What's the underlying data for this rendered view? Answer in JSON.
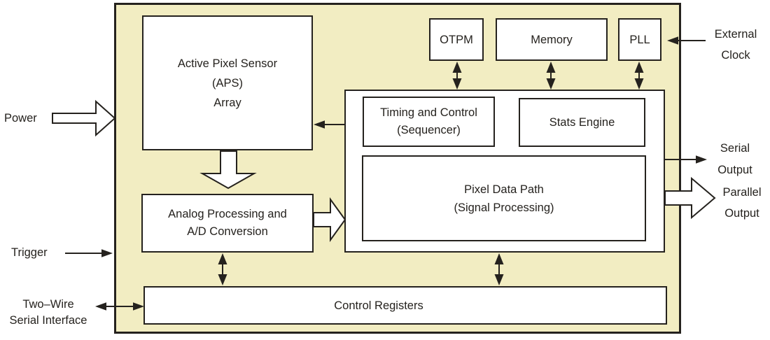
{
  "colors": {
    "chip_fill": "#f2edc2",
    "box_fill": "#ffffff",
    "line": "#25221e",
    "canvas_bg": "#ffffff"
  },
  "blocks": {
    "aps": {
      "line1": "Active Pixel Sensor",
      "line2": "(APS)",
      "line3": "Array"
    },
    "analog": {
      "line1": "Analog Processing and",
      "line2": "A/D Conversion"
    },
    "otpm": {
      "label": "OTPM"
    },
    "memory": {
      "label": "Memory"
    },
    "pll": {
      "label": "PLL"
    },
    "timing": {
      "line1": "Timing and Control",
      "line2": "(Sequencer)"
    },
    "stats": {
      "label": "Stats Engine"
    },
    "pixel_data_path": {
      "line1": "Pixel Data Path",
      "line2": "(Signal Processing)"
    },
    "control_registers": {
      "label": "Control Registers"
    }
  },
  "external": {
    "power": {
      "label": "Power"
    },
    "trigger": {
      "label": "Trigger"
    },
    "two_wire": {
      "line1": "Two–Wire",
      "line2": "Serial Interface"
    },
    "external_clock": {
      "line1": "External",
      "line2": "Clock"
    },
    "serial_output": {
      "line1": "Serial",
      "line2": "Output"
    },
    "parallel_output": {
      "line1": "Parallel",
      "line2": "Output"
    }
  }
}
